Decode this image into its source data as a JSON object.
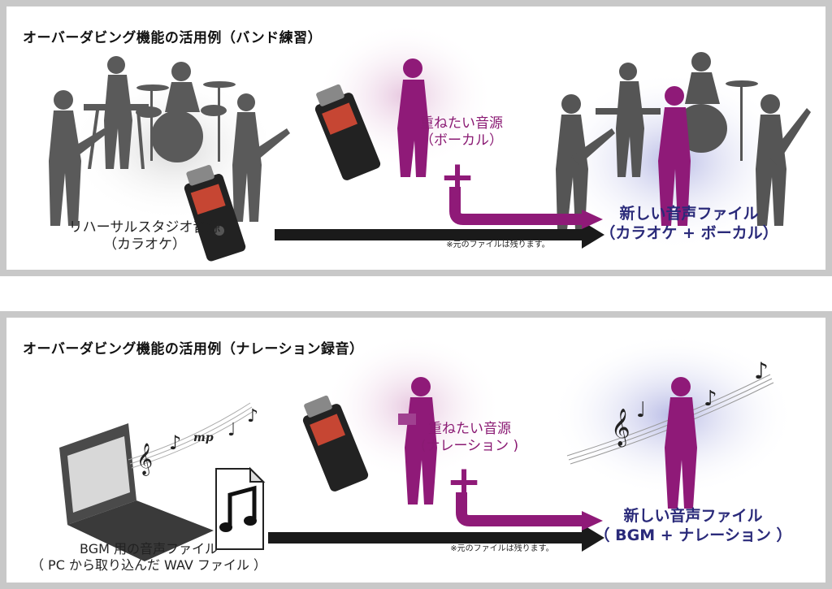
{
  "colors": {
    "magenta": "#8f1a78",
    "arrow_dark": "#1a1a1a",
    "frame": "#c8c8c8",
    "silhouette": "#555555",
    "blue_text": "#2a2a7a"
  },
  "panel1": {
    "title": "オーバーダビング機能の活用例（バンド練習）",
    "source_line1": "リハーサルスタジオ音源",
    "source_line2": "（カラオケ）",
    "overlay_line1": "重ねたい音源",
    "overlay_line2": "（ボーカル）",
    "plus": "+",
    "output_line1": "新しい音声ファイル",
    "output_line2": "（カラオケ + ボーカル）",
    "note": "※元のファイルは残ります。"
  },
  "panel2": {
    "title": "オーバーダビング機能の活用例（ナレーション録音）",
    "source_line1": "BGM 用の音声ファイル",
    "source_line2": "（ PC から取り込んだ WAV ファイル ）",
    "overlay_line1": "重ねたい音源",
    "overlay_line2": "(ナレーション )",
    "plus": "+",
    "output_line1": "新しい音声ファイル",
    "output_line2": "（ BGM + ナレーション ）",
    "note": "※元のファイルは残ります。",
    "mp_mark": "mp"
  },
  "icons": [
    "band-silhouette",
    "recorder",
    "singer-silhouette",
    "laptop",
    "music-file-icon",
    "music-notes",
    "narrator-silhouette"
  ]
}
